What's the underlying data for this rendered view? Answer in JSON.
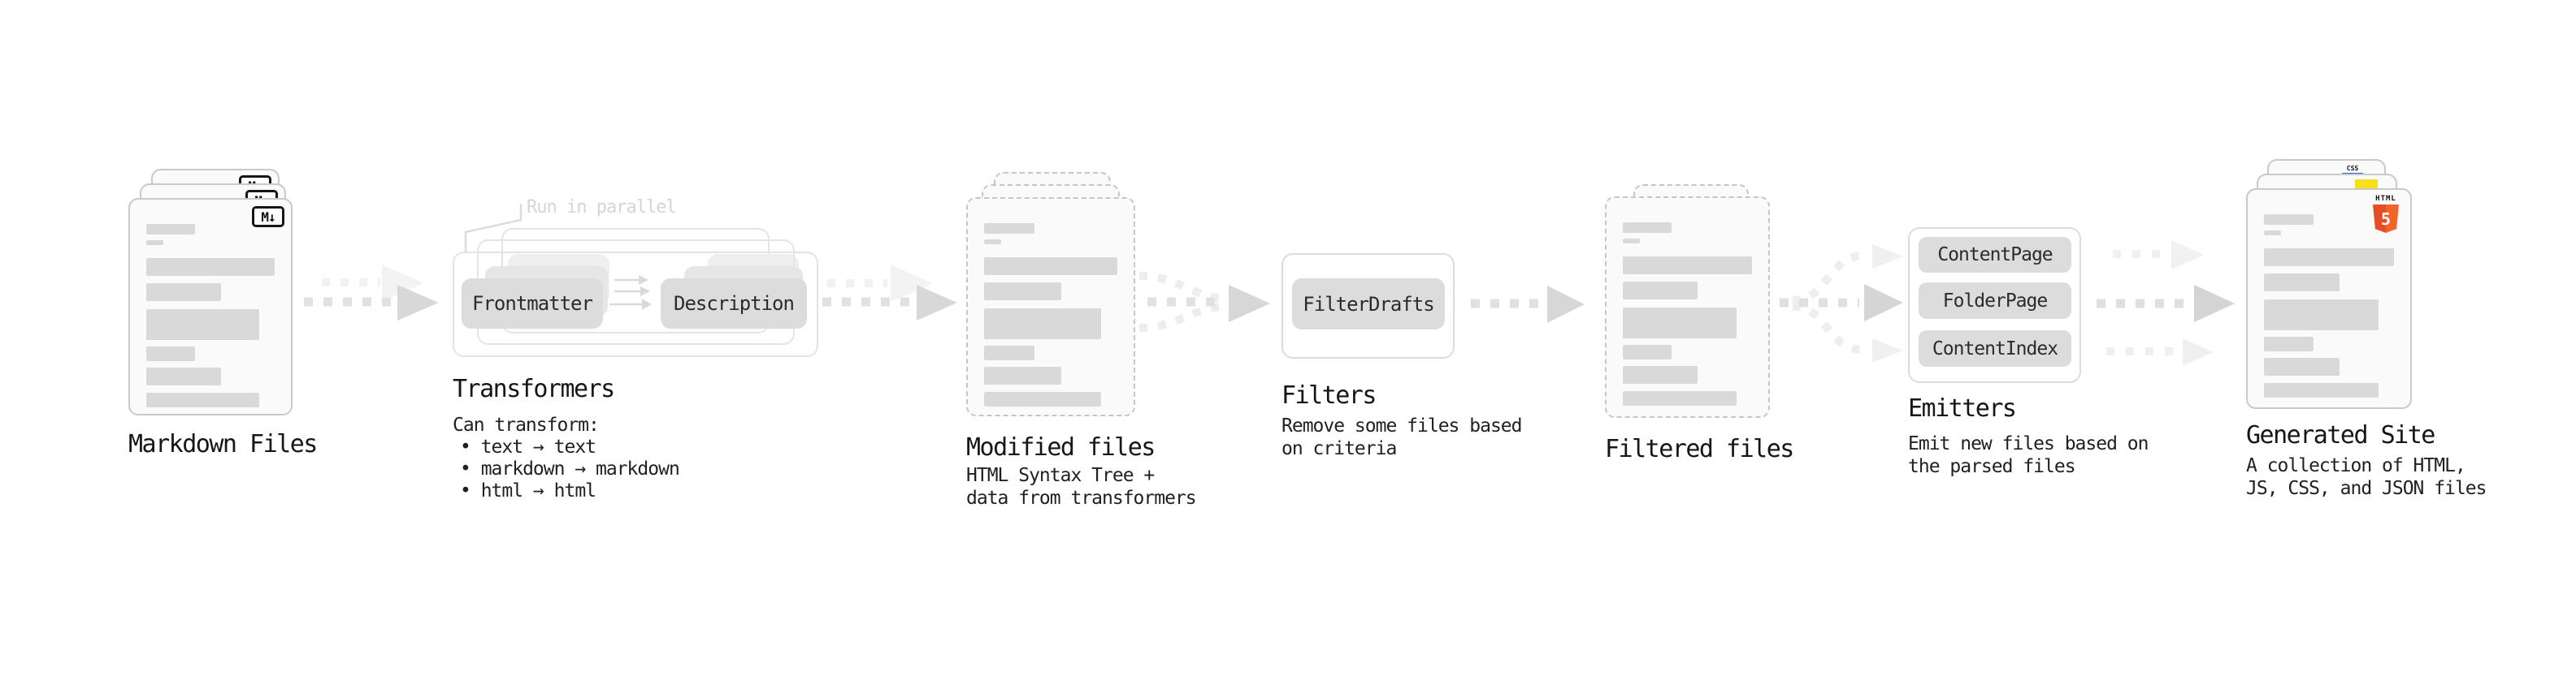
{
  "colors": {
    "doc_border": "#c9c9c9",
    "doc_bg": "#fafafa",
    "text_bar": "#d9d9d9",
    "box_bg": "#dcdcdc",
    "panel_border": "#dcdcdc",
    "arrow": "#d8d8d8",
    "annotation_gray": "#d5d5d5",
    "title_text": "#161616",
    "html5_orange": "#e44d26",
    "html5_orange_light": "#f16529",
    "js_yellow": "#f7df1e",
    "css_blue": "#2965f1"
  },
  "stages": {
    "markdown": {
      "title": "Markdown Files",
      "badge": "M↓"
    },
    "transformers": {
      "title": "Transformers",
      "annotation": "Run in parallel",
      "box1": "Frontmatter",
      "box2": "Description",
      "desc_heading": "Can transform:",
      "bullets": [
        "• text → text",
        "• markdown → markdown",
        "• html → html"
      ]
    },
    "modified": {
      "title": "Modified files",
      "desc1": "HTML Syntax Tree +",
      "desc2": "data from transformers"
    },
    "filters": {
      "title": "Filters",
      "box": "FilterDrafts",
      "desc1": "Remove some files based",
      "desc2": "on criteria"
    },
    "filtered": {
      "title": "Filtered files"
    },
    "emitters": {
      "title": "Emitters",
      "box1": "ContentPage",
      "box2": "FolderPage",
      "box3": "ContentIndex",
      "desc1": "Emit new files based on",
      "desc2": "the parsed files"
    },
    "generated": {
      "title": "Generated Site",
      "desc1": "A collection of HTML,",
      "desc2": "JS, CSS, and JSON files",
      "css_label": "CSS",
      "html_label": "HTML",
      "html_number": "5"
    }
  }
}
